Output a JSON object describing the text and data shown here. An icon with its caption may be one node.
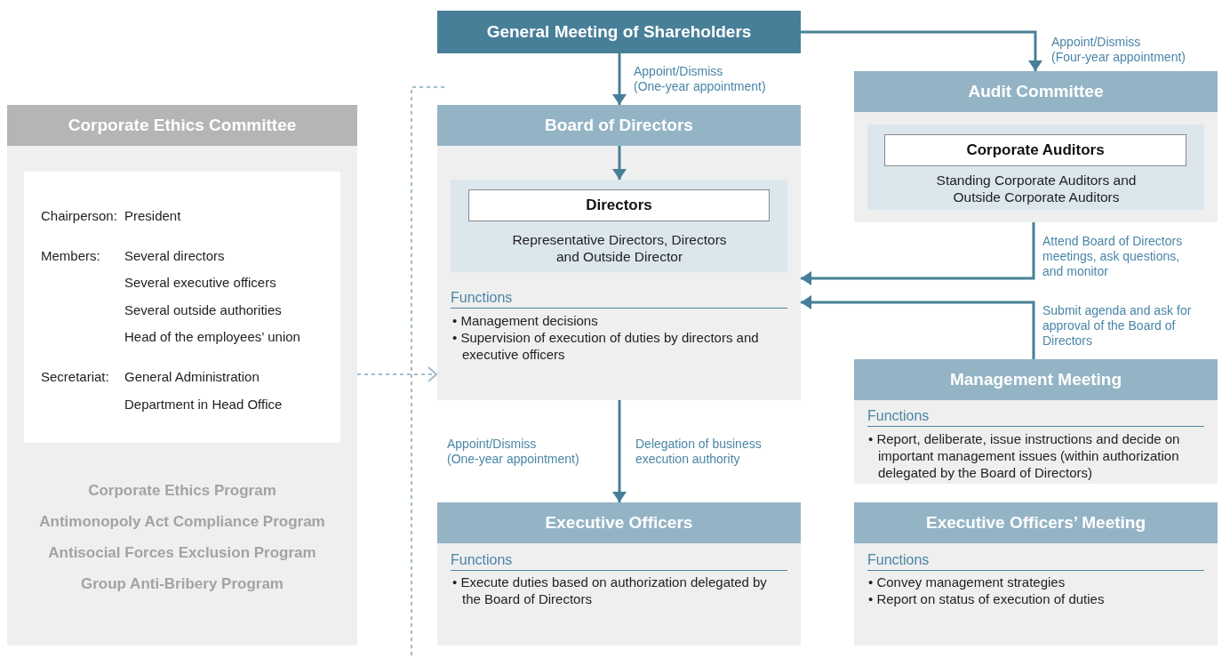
{
  "diagram": {
    "nodes": [
      {
        "text": [
          "General Meeting of Shareholders"
        ]
      },
      {
        "text": [
          "Corporate Ethics Committee",
          "Corporate Ethics Program",
          "Antimonopoly Act Compliance Program",
          "Antisocial Forces Exclusion Program",
          "Group Anti-Bribery Program"
        ]
      },
      {
        "text": [
          "Chairperson:",
          "President",
          "Members:",
          "Several directors",
          "Several executive officers",
          "Several outside authorities",
          "Head of the employees’ union",
          "Secretariat:",
          "General Administration Department in Head Office"
        ],
        "in": 1
      },
      {
        "text": [
          "Board of Directors",
          "Functions",
          "• Management decisions",
          "• Supervision of execution of duties by directors and executive officers"
        ]
      },
      {
        "text": [
          "Representative Directors, Directors and Outside Director"
        ],
        "in": 3
      },
      {
        "text": [
          "Directors"
        ],
        "in": 4
      },
      {
        "text": [
          "Audit Committee"
        ]
      },
      {
        "text": [
          "Standing Corporate Auditors and Outside Corporate Auditors"
        ],
        "in": 6
      },
      {
        "text": [
          "Corporate Auditors"
        ],
        "in": 7
      },
      {
        "text": [
          "Management Meeting",
          "Functions",
          "• Report, deliberate, issue instructions and decide on important management issues (within authorization delegated by the Board of Directors)"
        ]
      },
      {
        "text": [
          "Executive Officers",
          "Functions",
          "• Execute duties based on authorization delegated by the Board of Directors"
        ]
      },
      {
        "text": [
          "Executive Officers’ Meeting",
          "Functions",
          "• Convey management strategies",
          "• Report on status of execution of duties"
        ]
      }
    ],
    "edges": [
      {
        "from": 0,
        "to": 3,
        "arrow": "to",
        "label": "Appoint/Dismiss (One-year appointment)"
      },
      {
        "from": 0,
        "to": 6,
        "arrow": "to",
        "label": "Appoint/Dismiss (Four-year appointment)"
      },
      {
        "from": 6,
        "to": 3,
        "arrow": "to",
        "label": "Attend Board of Directors meetings, ask questions, and monitor"
      },
      {
        "from": 9,
        "to": 3,
        "arrow": "to",
        "label": "Submit agenda and ask for approval of the Board of Directors"
      },
      {
        "from": 3,
        "to": 4,
        "arrow": "to"
      },
      {
        "from": 3,
        "to": 10,
        "arrow": "to",
        "label": "Appoint/Dismiss (One-year appointment)"
      },
      {
        "from": 1,
        "to": 3,
        "arrow": "to",
        "style": "dashed",
        "color": "#9fbccb"
      }
    ],
    "labels": [
      "Delegation of business execution authority"
    ]
  }
}
